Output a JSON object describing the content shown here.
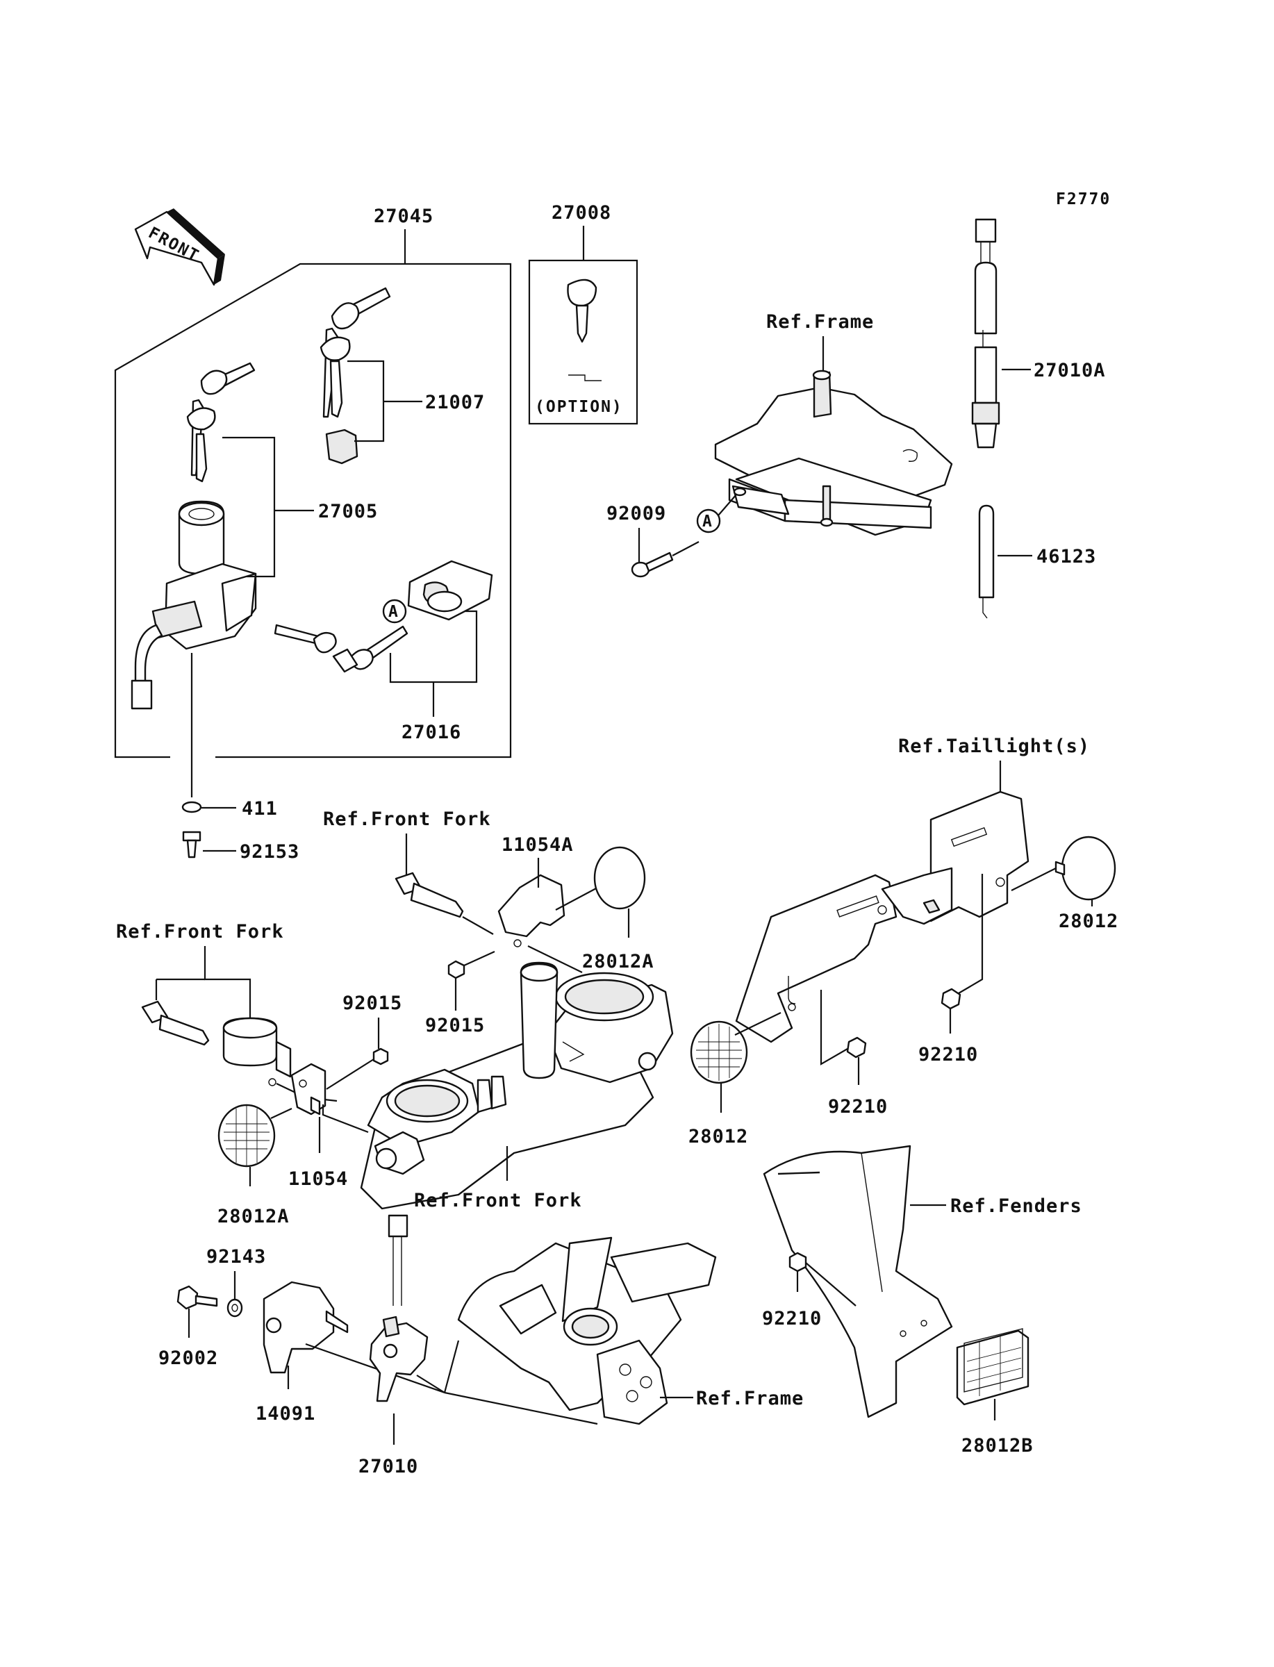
{
  "figure_code": "F2770",
  "front_arrow_label": "FRONT",
  "option_label": "(OPTION)",
  "callouts": {
    "a1": "A",
    "a2": "A"
  },
  "part_numbers": {
    "p27045": "27045",
    "p27008": "27008",
    "p21007": "21007",
    "p27005": "27005",
    "p27016": "27016",
    "p411": "411",
    "p92153": "92153",
    "p27010A": "27010A",
    "p46123": "46123",
    "p92009": "92009",
    "p11054A": "11054A",
    "p28012A_top": "28012A",
    "p92015_a": "92015",
    "p92015_b": "92015",
    "p28012_right": "28012",
    "p28012_mid": "28012",
    "p92210_a": "92210",
    "p92210_b": "92210",
    "p92210_c": "92210",
    "p11054": "11054",
    "p28012A_bottom": "28012A",
    "p92143": "92143",
    "p92002": "92002",
    "p14091": "14091",
    "p27010": "27010",
    "p28012B": "28012B"
  },
  "references": {
    "ref_frame_top": "Ref.Frame",
    "ref_taillight": "Ref.Taillight(s)",
    "ref_front_fork_1": "Ref.Front Fork",
    "ref_front_fork_2": "Ref.Front Fork",
    "ref_front_fork_3": "Ref.Front Fork",
    "ref_fenders": "Ref.Fenders",
    "ref_frame_bottom": "Ref.Frame"
  }
}
